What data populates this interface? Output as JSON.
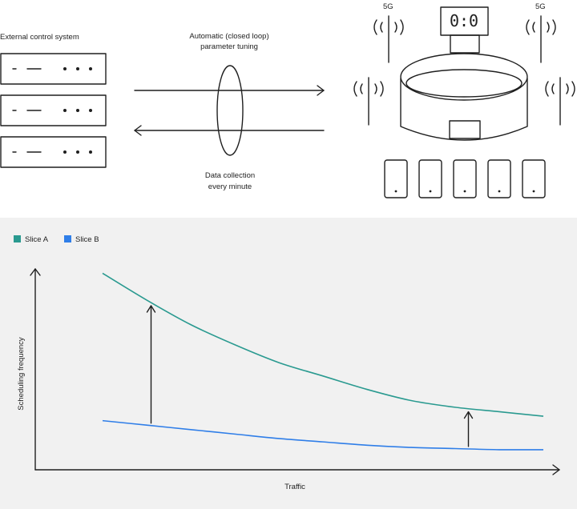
{
  "diagram": {
    "external_label": "External control system",
    "loop_label_top_1": "Automatic (closed loop)",
    "loop_label_top_2": "parameter tuning",
    "loop_label_bottom_1": "Data collection",
    "loop_label_bottom_2": "every minute",
    "antenna_label_left": "5G",
    "antenna_label_right": "5G",
    "scoreboard_text": "0:0",
    "device_count": 5,
    "server_count": 3
  },
  "chart_data": {
    "type": "line",
    "title": "",
    "xlabel": "Traffic",
    "ylabel": "Scheduling frequency",
    "x": [
      0.0,
      0.1,
      0.2,
      0.3,
      0.4,
      0.5,
      0.6,
      0.7,
      0.8,
      0.9,
      1.0
    ],
    "series": [
      {
        "name": "Slice A",
        "color": "#2a9a90",
        "values": [
          0.88,
          0.76,
          0.65,
          0.56,
          0.48,
          0.42,
          0.36,
          0.31,
          0.28,
          0.26,
          0.24
        ]
      },
      {
        "name": "Slice B",
        "color": "#2f7ee8",
        "values": [
          0.22,
          0.2,
          0.18,
          0.16,
          0.14,
          0.125,
          0.11,
          0.1,
          0.095,
          0.09,
          0.09
        ]
      }
    ],
    "annotations": [
      {
        "type": "arrow",
        "x": 0.11,
        "from": "Slice B",
        "to": "Slice A"
      },
      {
        "type": "arrow",
        "x": 0.83,
        "from": "Slice B",
        "to": "Slice A"
      }
    ],
    "legend_position": "top-left",
    "grid": false
  }
}
